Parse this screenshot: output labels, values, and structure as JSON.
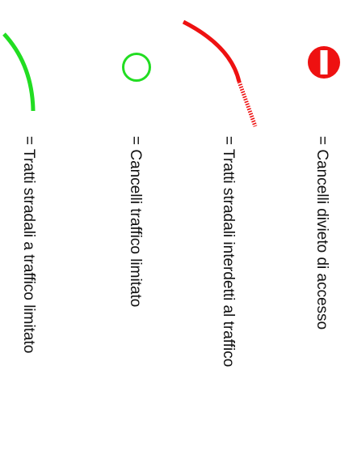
{
  "legend": {
    "colors": {
      "red": "#ee1111",
      "green": "#22dd22",
      "text": "#111111"
    },
    "items": [
      {
        "symbol": "no-entry-icon",
        "label": "= Cancelli divieto di accesso"
      },
      {
        "symbol": "red-curved-line-icon",
        "label": "= Tratti stradali interdetti al traffico"
      },
      {
        "symbol": "green-circle-icon",
        "label": "= Cancelli traffico limitato"
      },
      {
        "symbol": "green-curved-line-icon",
        "label": "= Tratti stradali a traffico limitato"
      }
    ]
  }
}
